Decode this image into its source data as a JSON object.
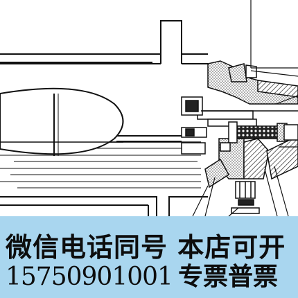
{
  "banner": {
    "line1": "微信电话同号 本店可开",
    "phone": "15750901001",
    "ticket": "专票普票"
  },
  "colors": {
    "banner_bg": "#a9d6ef",
    "line": "#111111",
    "hatch": "#555555"
  }
}
